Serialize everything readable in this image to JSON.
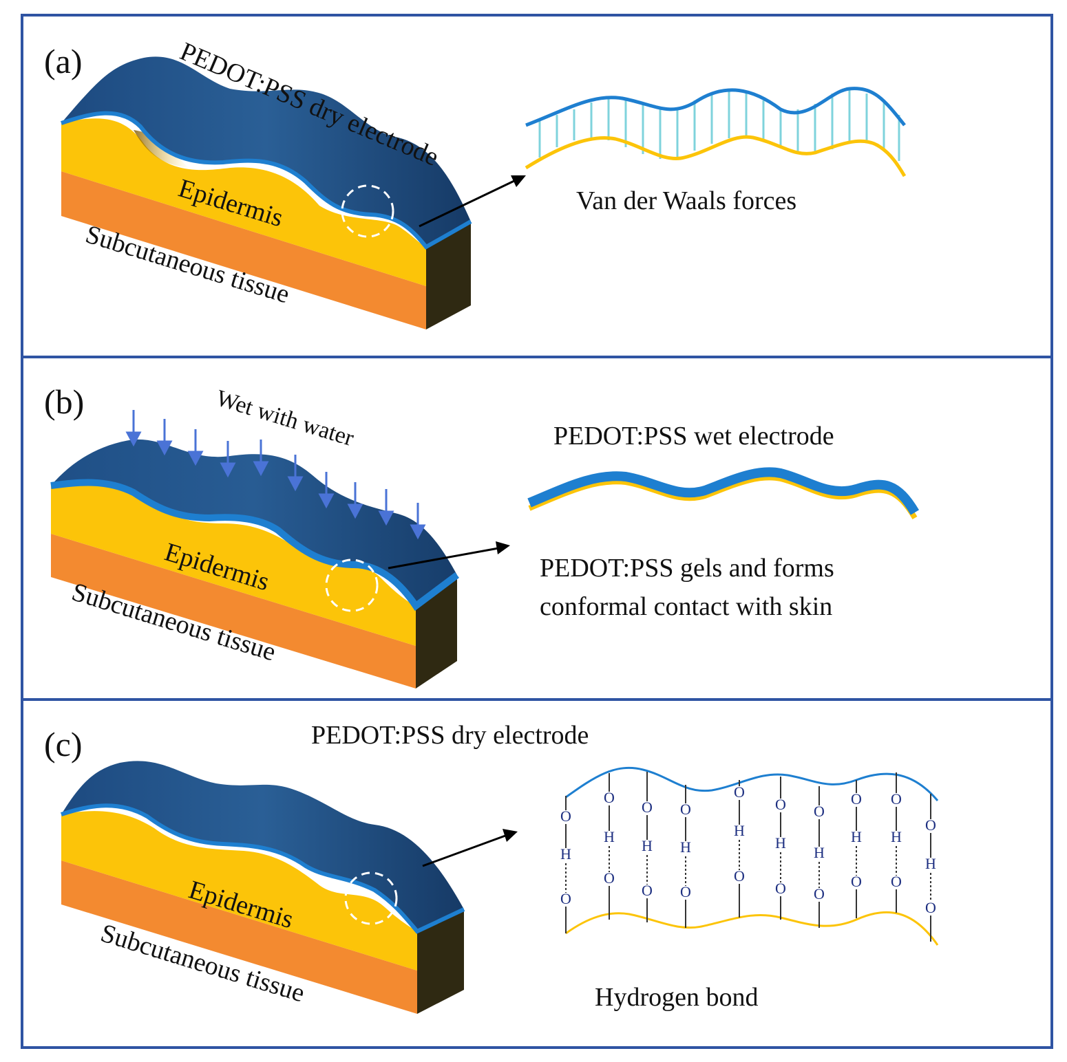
{
  "panel_a": {
    "label": "(a)",
    "electrode_label": "PEDOT:PSS dry electrode",
    "epidermis_label": "Epidermis",
    "tissue_label": "Subcutaneous tissue",
    "interaction_label": "Van der Waals forces"
  },
  "panel_b": {
    "label": "(b)",
    "wet_label": "Wet with water",
    "epidermis_label": "Epidermis",
    "tissue_label": "Subcutaneous tissue",
    "electrode_label": "PEDOT:PSS wet electrode",
    "gel_line1": "PEDOT:PSS gels and forms",
    "gel_line2": "conformal contact with skin"
  },
  "panel_c": {
    "label": "(c)",
    "electrode_label": "PEDOT:PSS dry electrode",
    "epidermis_label": "Epidermis",
    "tissue_label": "Subcutaneous tissue",
    "interaction_label": "Hydrogen bond",
    "atom_o": "O",
    "atom_h": "H"
  },
  "colors": {
    "frame": "#2f54a3",
    "electrode_dark": "#1f4f86",
    "electrode_edge": "#1e7fd0",
    "epidermis": "#fcc409",
    "tissue": "#f38a30",
    "side": "#2f2912",
    "vdw_lines": "#7fd3dc",
    "arrows": "#4a73d6"
  }
}
